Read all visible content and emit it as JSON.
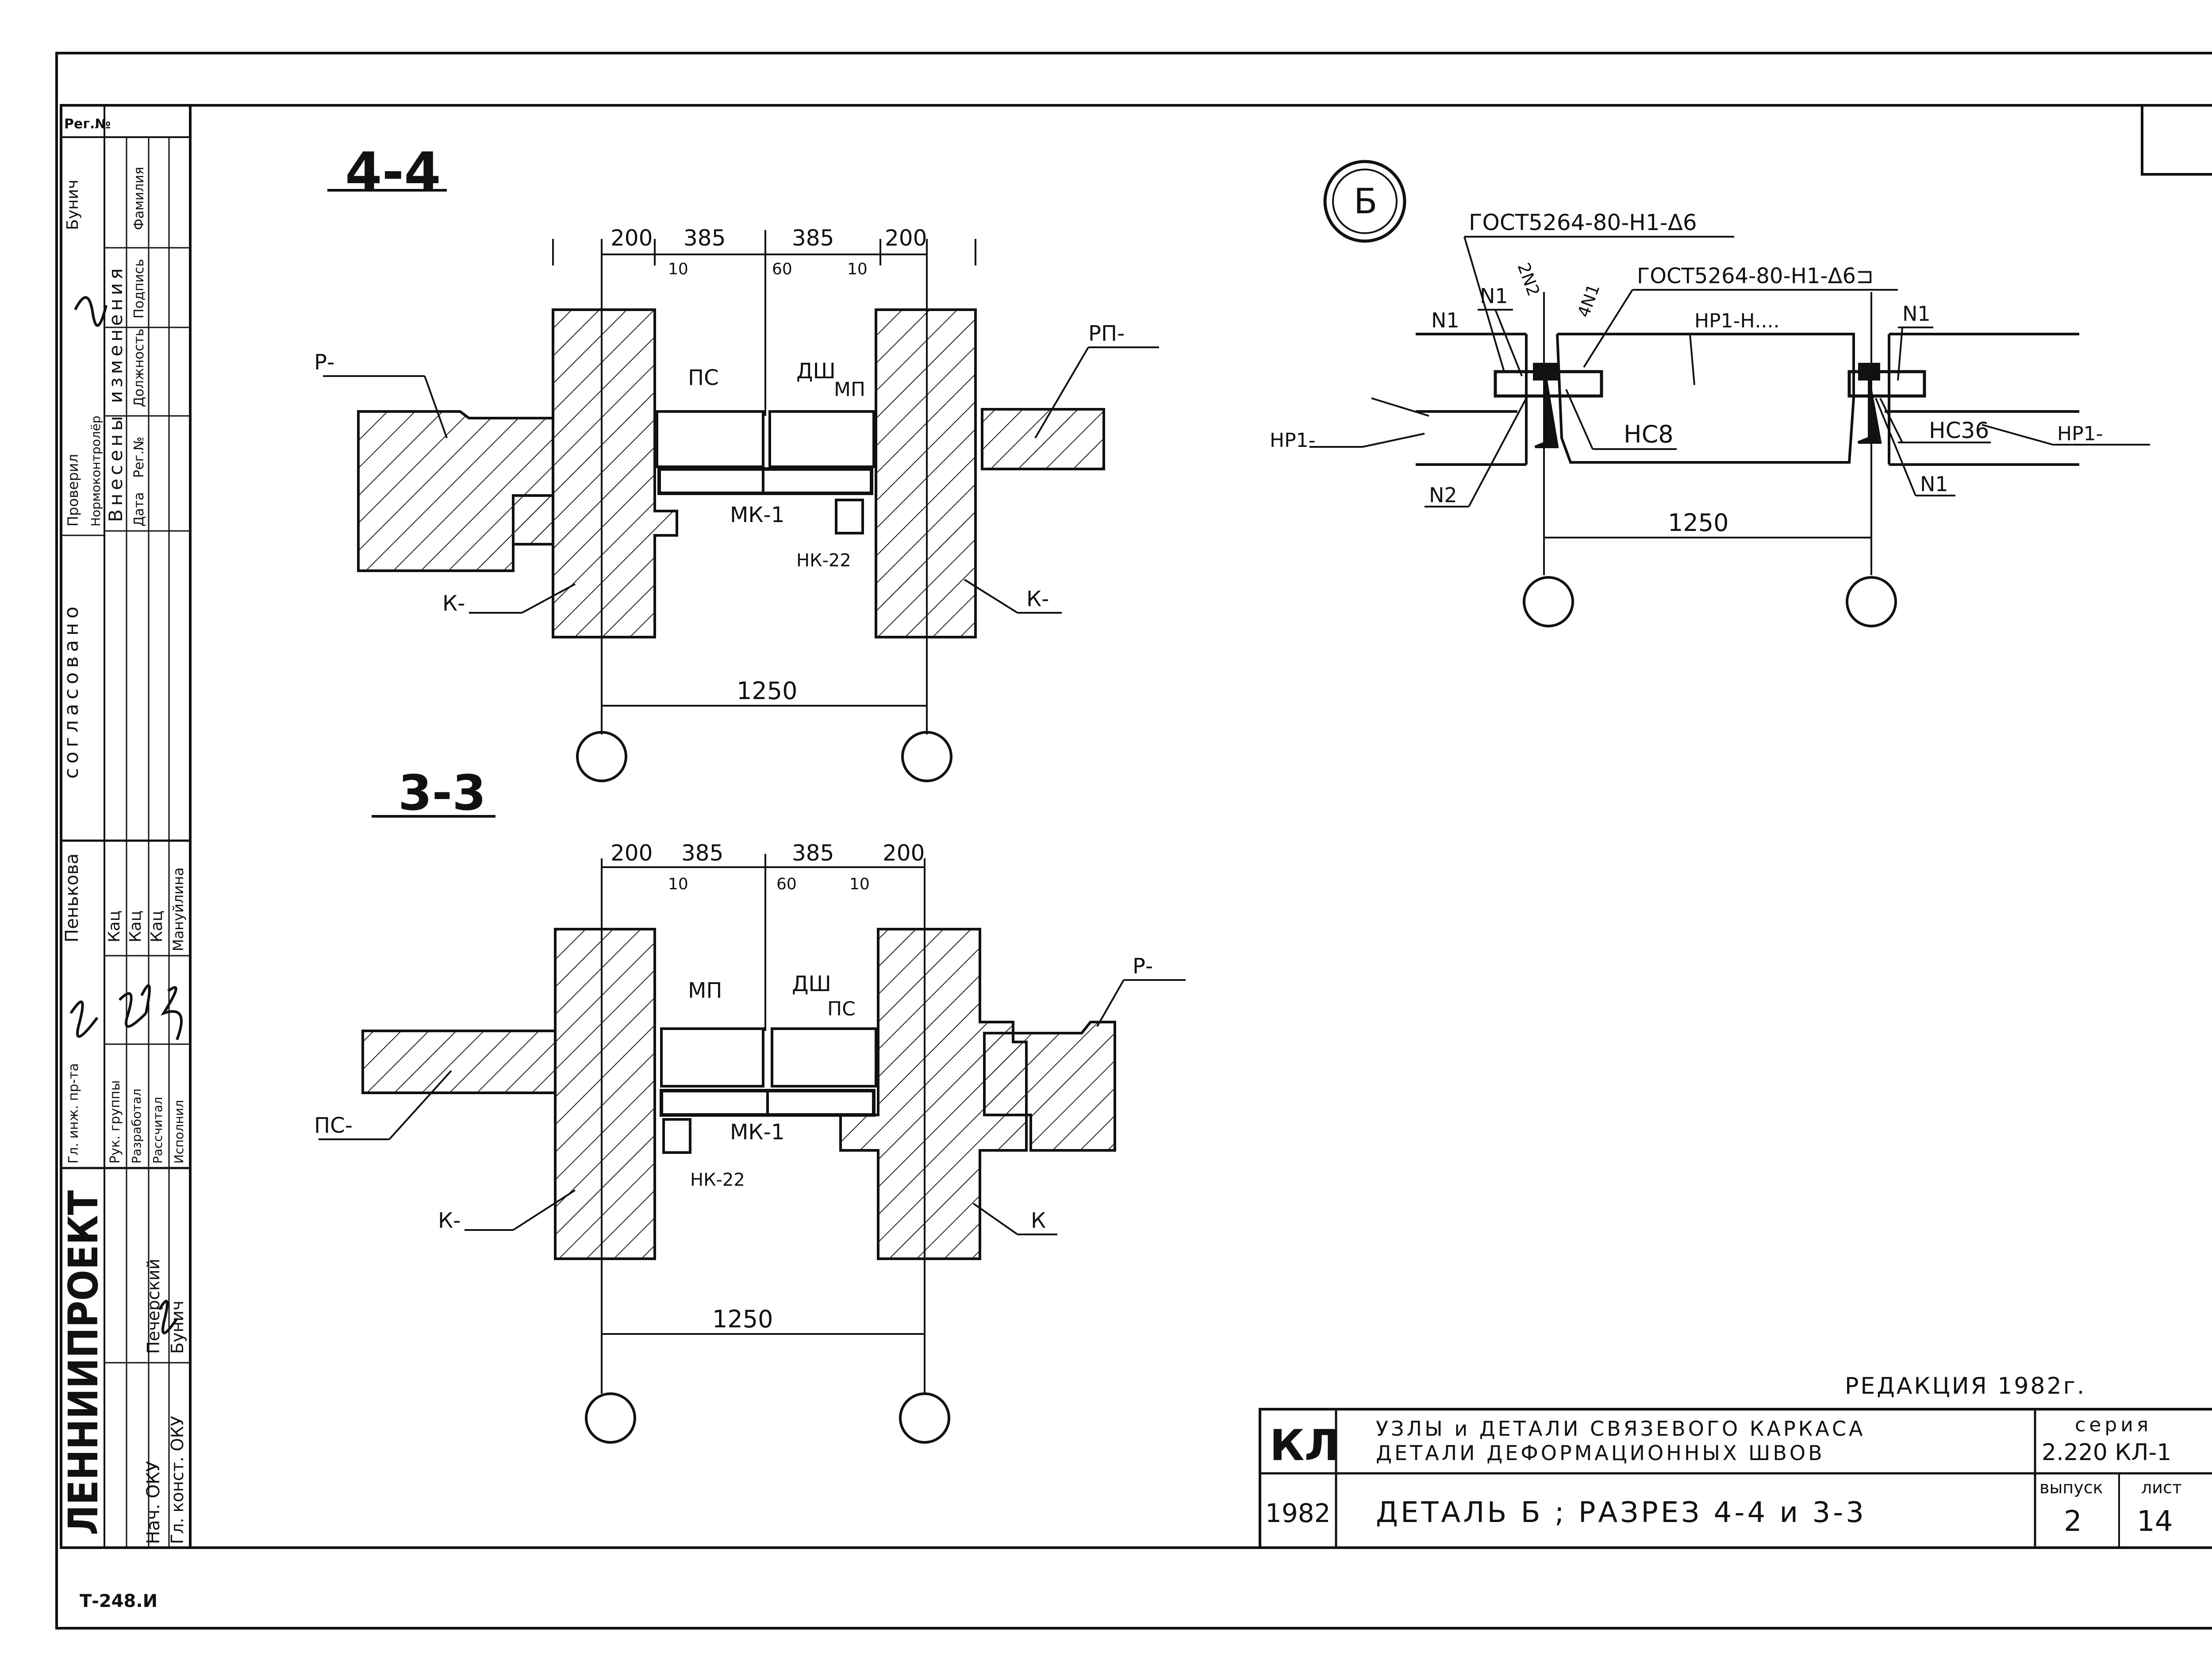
{
  "frame": {
    "reg_no": "Рег.№",
    "footer_code": "Т-248.И",
    "institute": "ЛЕННИИПРОЕКТ"
  },
  "side_stamp": {
    "changes_header": "Внесены изменения",
    "changes_cols": [
      "Дата",
      "Рег.№",
      "Должность",
      "Подпись",
      "Фамилия"
    ],
    "checked": "Проверил",
    "norm_control": "Нормоконтролёр",
    "checked_name": "Бунич",
    "agreed": "согласовано",
    "roles": [
      "Гл. инж. пр-та",
      "Рук. группы",
      "Разработал",
      "Рассчитал",
      "Исполнил"
    ],
    "names": [
      "Пенькова",
      "Кац",
      "Кац",
      "Кац",
      "Мануйлина"
    ],
    "heads": [
      "Нач. ОКУ",
      "Гл. конст. ОКУ"
    ],
    "head_names": [
      "Печерский",
      "Бунич"
    ]
  },
  "section_44": {
    "title": "4-4",
    "dims_top": [
      "200",
      "385",
      "385",
      "200"
    ],
    "dims_small": [
      "10",
      "60",
      "10"
    ],
    "span": "1250",
    "labels": {
      "p": "Р-",
      "rp": "РП-",
      "ps": "ПС",
      "dsh": "ДШ",
      "mp": "МП",
      "mk": "МК-1",
      "nk": "НК-22",
      "k_left": "К-",
      "k_right": "К-"
    }
  },
  "section_33": {
    "title": "3-3",
    "dims_top": [
      "200",
      "385",
      "385",
      "200"
    ],
    "dims_small": [
      "10",
      "60",
      "10"
    ],
    "span": "1250",
    "labels": {
      "mp": "МП",
      "dsh": "ДШ",
      "ps": "ПС",
      "ps_left": "ПС-",
      "p": "Р-",
      "mk": "МК-1",
      "nk": "НК-22",
      "k_left": "К-",
      "k_right": "К"
    }
  },
  "detail_b": {
    "marker": "Б",
    "gost1": "ГОСТ5264-80-Н1-Δ6",
    "gost2": "ГОСТ5264-80-Н1-Δ6⊐",
    "weld_a": "2Ν2",
    "weld_b": "4Ν1",
    "n1a": "N1",
    "n1b": "N1",
    "n1c": "N1",
    "n2": "N2",
    "hp_mid": "НР1-Н....",
    "hp_left": "НР1-",
    "hp_right": "НР1-",
    "nc8": "НС8",
    "nc36": "НС36",
    "span": "1250"
  },
  "title_block": {
    "edition": "РЕДАКЦИЯ 1982г.",
    "code": "КЛ",
    "year": "1982",
    "title_line1": "УЗЛЫ и ДЕТАЛИ СВЯЗЕВОГО КАРКАСА",
    "title_line2": "ДЕТАЛИ ДЕФОРМАЦИОННЫХ ШВОВ",
    "sheet_title": "ДЕТАЛЬ Б ; РАЗРЕЗ 4-4 и 3-3",
    "series_label": "серия",
    "series_value": "2.220 КЛ-1",
    "issue_label": "выпуск",
    "issue_value": "2",
    "sheet_label": "лист",
    "sheet_value": "14"
  }
}
